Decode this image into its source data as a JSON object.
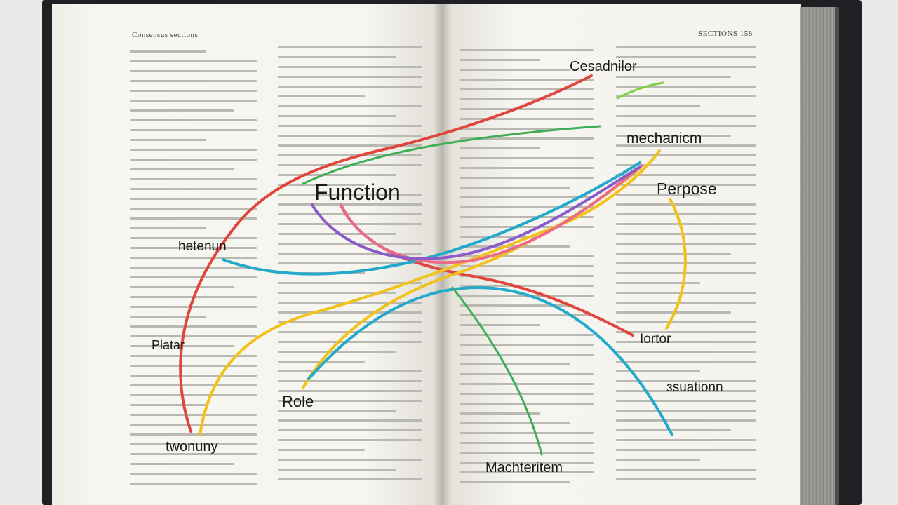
{
  "book": {
    "left_running_head": "Consensus sections",
    "right_running_head": "SECTIONS 158"
  },
  "terms": {
    "function": "Function",
    "purpose": "Perpose",
    "mechanism_top": "mechanicm",
    "consider": "Cesadnilor",
    "heteron": "hetenun",
    "plat": "Platar",
    "role": "Role",
    "wonny": "twonuny",
    "hoter": "Iortor",
    "situation": "зѕuationn",
    "mechanism_bottom": "Machteritem"
  },
  "colors": {
    "red": "#e0463d",
    "pink": "#e96a8a",
    "yellow": "#f2c21a",
    "cyan": "#23a9c9",
    "green": "#3fae57",
    "purple": "#8b5bc7",
    "lime": "#7fcf45"
  }
}
